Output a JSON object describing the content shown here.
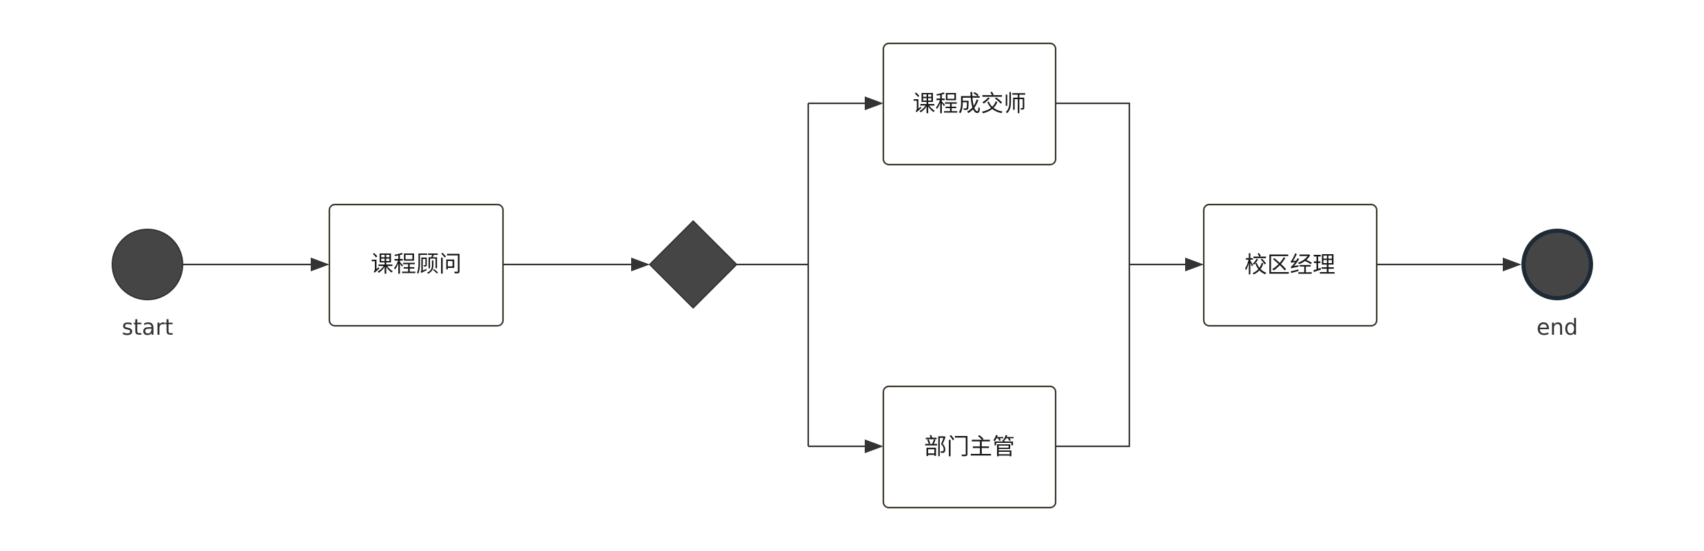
{
  "diagram": {
    "start_label": "start",
    "end_label": "end",
    "nodes": {
      "consultant": "课程顾问",
      "deal_teacher": "课程成交师",
      "dept_supervisor": "部门主管",
      "campus_manager": "校区经理"
    }
  },
  "colors": {
    "shape_fill": "#454545",
    "edge": "#333333",
    "box_border": "#3b3528"
  }
}
